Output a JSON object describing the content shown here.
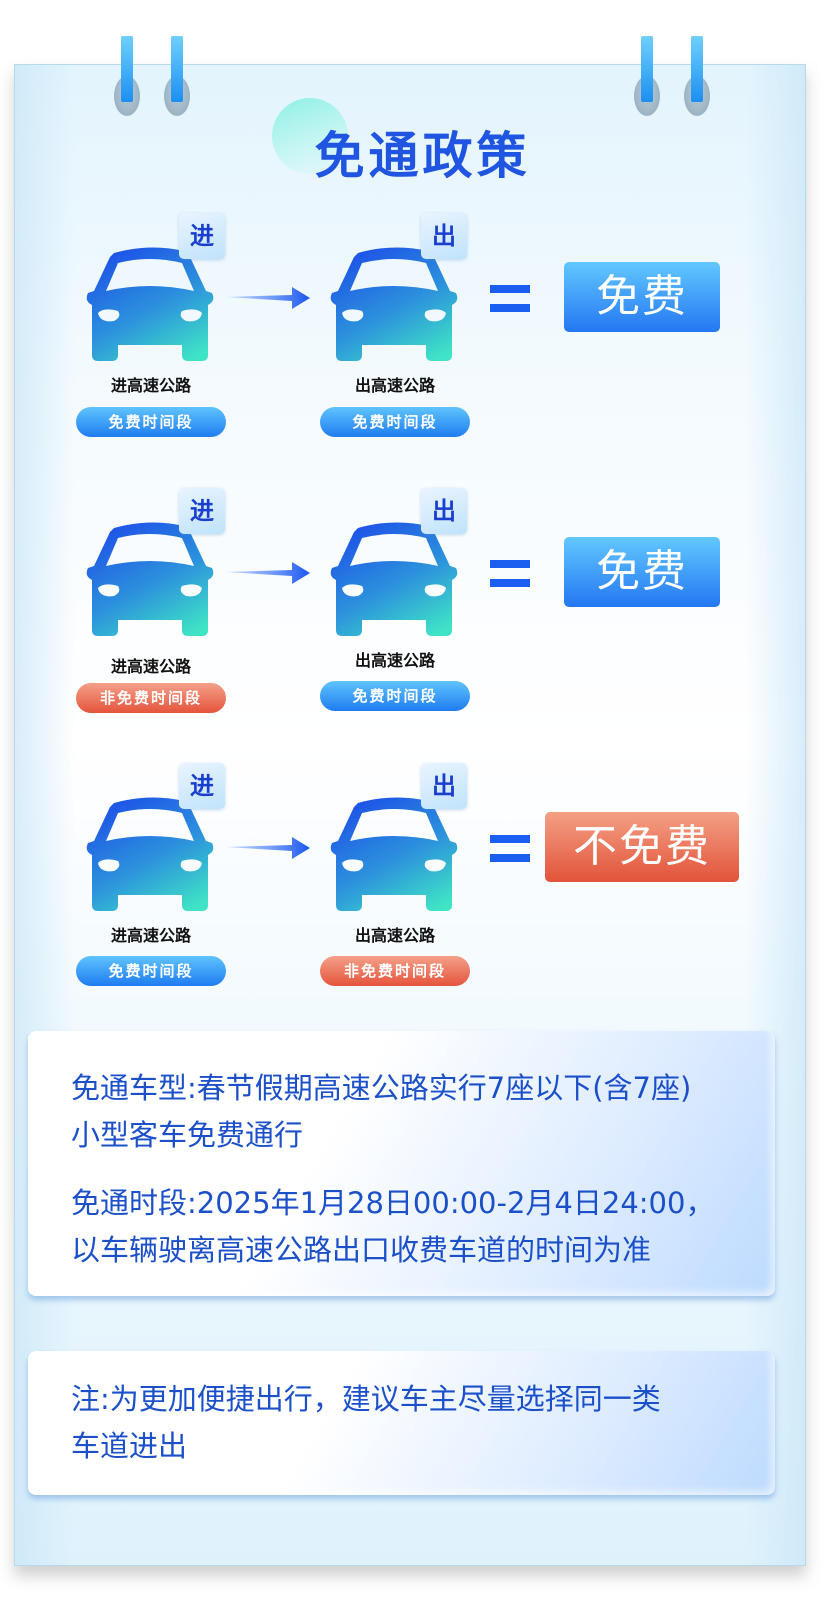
{
  "title": "免通政策",
  "tags": {
    "enter": "进",
    "exit": "出"
  },
  "rows": [
    {
      "enter_label": "进高速公路",
      "enter_period": "免费时间段",
      "enter_period_type": "free",
      "exit_label": "出高速公路",
      "exit_period": "免费时间段",
      "exit_period_type": "free",
      "result": "免费",
      "result_type": "free"
    },
    {
      "enter_label": "进高速公路",
      "enter_period": "非免费时间段",
      "enter_period_type": "nonfree",
      "exit_label": "出高速公路",
      "exit_period": "免费时间段",
      "exit_period_type": "free",
      "result": "免费",
      "result_type": "free"
    },
    {
      "enter_label": "进高速公路",
      "enter_period": "免费时间段",
      "enter_period_type": "free",
      "exit_label": "出高速公路",
      "exit_period": "非免费时间段",
      "exit_period_type": "nonfree",
      "result": "不免费",
      "result_type": "nonfree"
    }
  ],
  "info_card": {
    "vehicle_line1": "免通车型:春节假期高速公路实行7座以下(含7座)",
    "vehicle_line2": "小型客车免费通行",
    "period_line1": "免通时段:2025年1月28日00:00-2月4日24:00，",
    "period_line2": "以车辆驶离高速公路出口收费车道的时间为准"
  },
  "note_card": {
    "line1": "注:为更加便捷出行，建议车主尽量选择同一类",
    "line2": "车道进出"
  },
  "colors": {
    "title_blue": "#1f55e0",
    "free_blue": "#2477f2",
    "nonfree_red": "#e2533a",
    "text_blue": "#1c50c9"
  }
}
